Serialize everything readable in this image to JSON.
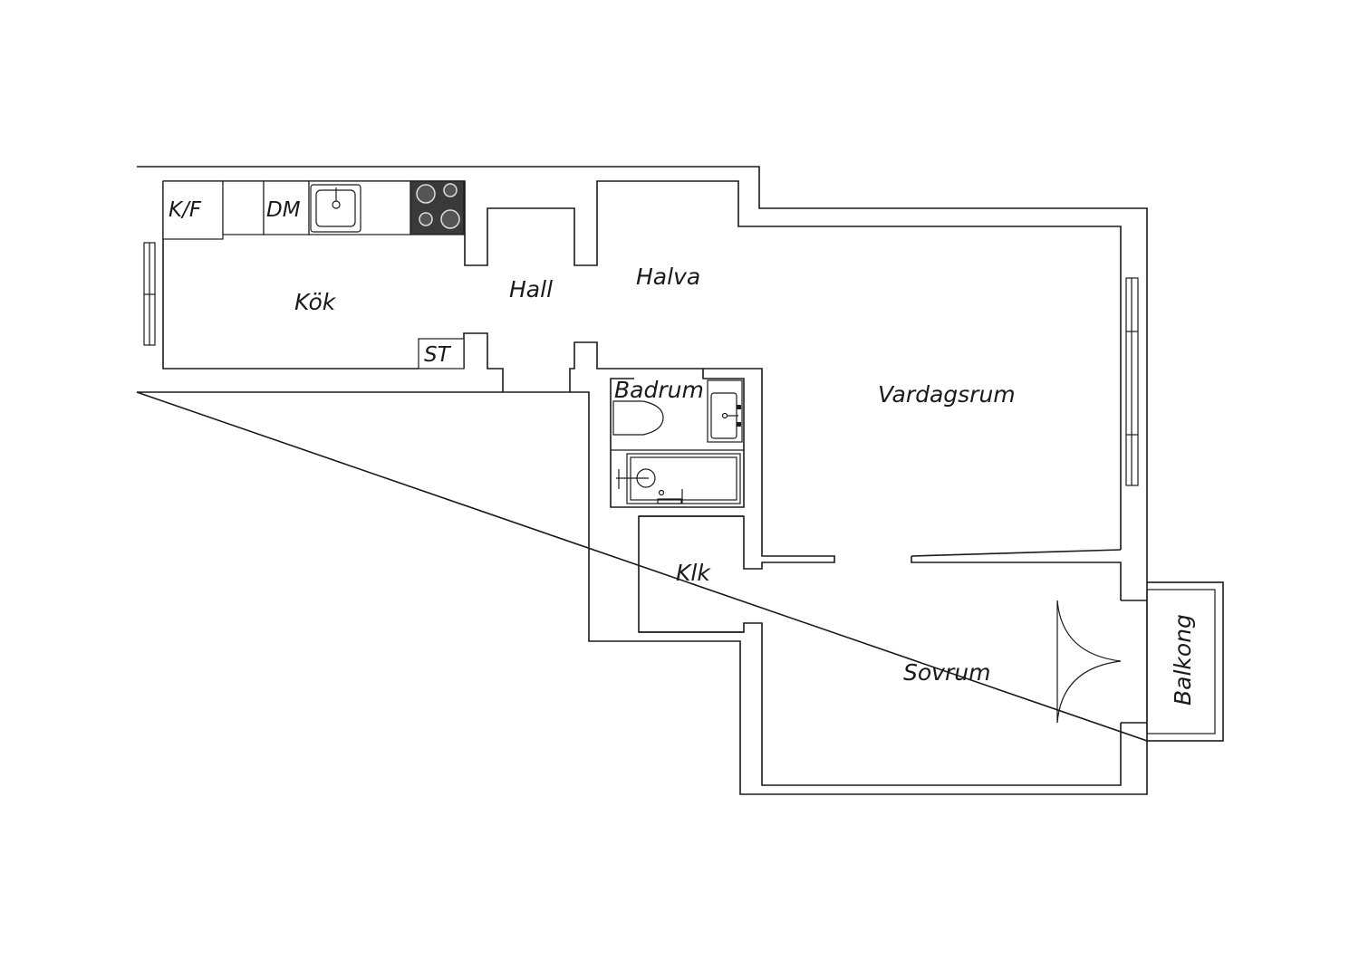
{
  "rooms": {
    "kok": "Kök",
    "hall": "Hall",
    "halva": "Halva",
    "badrum": "Badrum",
    "vardagsrum": "Vardagsrum",
    "klk": "Klk",
    "sovrum": "Sovrum",
    "balkong": "Balkong"
  },
  "fixtures": {
    "fridge_freezer": "K/F",
    "dishwasher": "DM",
    "storage": "ST"
  },
  "colors": {
    "line": "#1a1a1a",
    "stove": "#3a3a3a",
    "background": "#ffffff"
  }
}
